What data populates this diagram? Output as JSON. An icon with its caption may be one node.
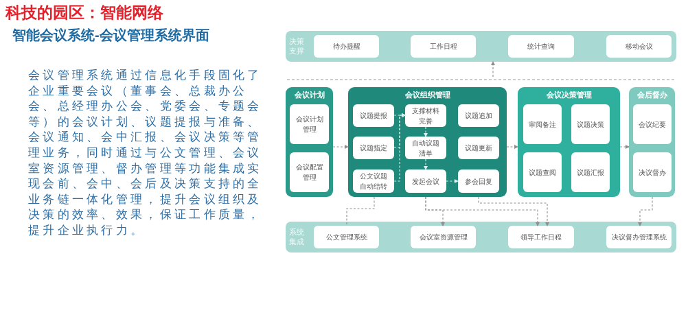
{
  "diagram": {
    "title": "科技的园区：智能网络",
    "nodes": [
      {
        "text": [
          "决策支撑"
        ]
      },
      {
        "text": [
          "待办提醒"
        ],
        "in": 0
      },
      {
        "text": [
          "工作日程"
        ],
        "in": 0
      },
      {
        "text": [
          "统计查询"
        ],
        "in": 0
      },
      {
        "text": [
          "移动会议"
        ],
        "in": 0
      },
      {
        "text": [
          "会议计划"
        ]
      },
      {
        "text": [
          "会议计划管理"
        ],
        "in": 5
      },
      {
        "text": [
          "会议配置管理"
        ],
        "in": 5
      },
      {
        "text": [
          "会议组织管理"
        ]
      },
      {
        "text": [
          "议题提报"
        ],
        "in": 8
      },
      {
        "text": [
          "支撑材料完善"
        ],
        "in": 8
      },
      {
        "text": [
          "议题追加"
        ],
        "in": 8
      },
      {
        "text": [
          "议题指定"
        ],
        "in": 8
      },
      {
        "text": [
          "自动议题清单"
        ],
        "in": 8
      },
      {
        "text": [
          "议题更新"
        ],
        "in": 8
      },
      {
        "text": [
          "公文议题自动结转"
        ],
        "in": 8
      },
      {
        "text": [
          "发起会议"
        ],
        "in": 8
      },
      {
        "text": [
          "参会回复"
        ],
        "in": 8
      },
      {
        "text": [
          "会议决策管理"
        ]
      },
      {
        "text": [
          "审阅备注"
        ],
        "in": 18
      },
      {
        "text": [
          "议题决策"
        ],
        "in": 18
      },
      {
        "text": [
          "议题查阅"
        ],
        "in": 18
      },
      {
        "text": [
          "议题汇报"
        ],
        "in": 18
      },
      {
        "text": [
          "会后督办"
        ]
      },
      {
        "text": [
          "会议纪要"
        ],
        "in": 23
      },
      {
        "text": [
          "决议督办"
        ],
        "in": 23
      },
      {
        "text": [
          "系统集成"
        ]
      },
      {
        "text": [
          "公文管理系统"
        ],
        "in": 26
      },
      {
        "text": [
          "会议室资源管理"
        ],
        "in": 26
      },
      {
        "text": [
          "领导工作日程"
        ],
        "in": 26
      },
      {
        "text": [
          "决议督办管理系统"
        ],
        "in": 26
      }
    ],
    "edges": [
      {
        "from": null,
        "to": 0,
        "arrow": "to",
        "style": "dashed"
      },
      {
        "from": 5,
        "to": 8,
        "arrow": "to",
        "style": "dashed"
      },
      {
        "from": 8,
        "to": 18,
        "arrow": "to",
        "style": "dashed"
      },
      {
        "from": 18,
        "to": 23,
        "arrow": "to",
        "style": "dashed"
      },
      {
        "from": 9,
        "to": 10,
        "arrow": "to",
        "style": "dashed",
        "color": "#d6f0ec"
      },
      {
        "from": 12,
        "to": 10,
        "arrow": "to",
        "style": "dashed",
        "color": "#d6f0ec"
      },
      {
        "from": 15,
        "to": 10,
        "arrow": "to",
        "style": "dashed",
        "color": "#d6f0ec"
      },
      {
        "from": 10,
        "to": 13,
        "arrow": "to",
        "style": "dashed",
        "color": "#d6f0ec"
      },
      {
        "from": 13,
        "to": 16,
        "arrow": "to",
        "style": "dashed",
        "color": "#d6f0ec"
      },
      {
        "from": 16,
        "to": 17,
        "arrow": "to",
        "style": "dashed",
        "color": "#d6f0ec"
      },
      {
        "from": 8,
        "to": 27,
        "arrow": "none",
        "style": "dashed"
      },
      {
        "from": 8,
        "to": 28,
        "arrow": "to",
        "style": "dashed"
      },
      {
        "from": 8,
        "to": 29,
        "arrow": "to",
        "style": "dashed"
      },
      {
        "from": 8,
        "to": 29,
        "arrow": "to",
        "style": "dashed"
      },
      {
        "from": 23,
        "to": 30,
        "arrow": "to",
        "style": "dashed"
      }
    ],
    "labels": [
      "智能会议系统-会议管理系统界面",
      "会议管理系统通过信息化手段固化了企业重要会议（董事会、总裁办公会、总经理办公会、党委会、专题会等）的会议计划、议题提报与准备、会议通知、会中汇报、会议决策等管理业务，同时通过与公文管理、会议室资源管理、督办管理等功能集成实现会前、会中、会后及决策支持的全业务链一体化管理，提升会议组织及决策的效率、效果，保证工作质量，提升企业执行力。"
    ]
  }
}
